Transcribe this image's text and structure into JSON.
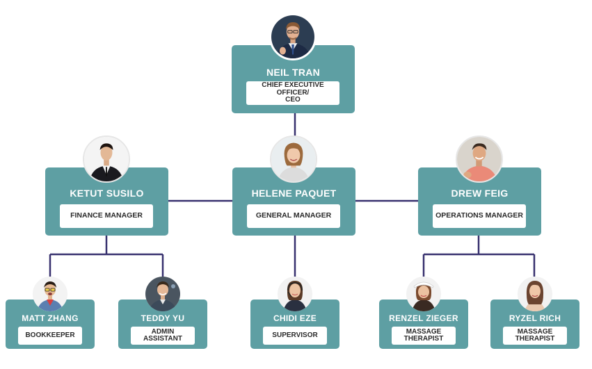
{
  "chart": {
    "colors": {
      "card": "#5e9fa3",
      "connector": "#37306e",
      "label_bg": "#ffffff"
    },
    "ceo": {
      "name": "NEIL TRAN",
      "title": "CHIEF  EXECUTIVE\nOFFICER/\nCEO"
    },
    "managers": [
      {
        "name": "KETUT SUSILO",
        "title": "FINANCE MANAGER"
      },
      {
        "name": "HELENE PAQUET",
        "title": "GENERAL  MANAGER"
      },
      {
        "name": "DREW FEIG",
        "title": "OPERATIONS MANAGER"
      }
    ],
    "staff": [
      {
        "name": "MATT ZHANG",
        "title": "BOOKKEEPER"
      },
      {
        "name": "TEDDY YU",
        "title": "ADMIN\nASSISTANT"
      },
      {
        "name": "CHIDI EZE",
        "title": "SUPERVISOR"
      },
      {
        "name": "RENZEL ZIEGER",
        "title": "MASSAGE\nTHERAPIST"
      },
      {
        "name": "RYZEL RICH",
        "title": "MASSAGE\nTHERAPIST"
      }
    ]
  }
}
